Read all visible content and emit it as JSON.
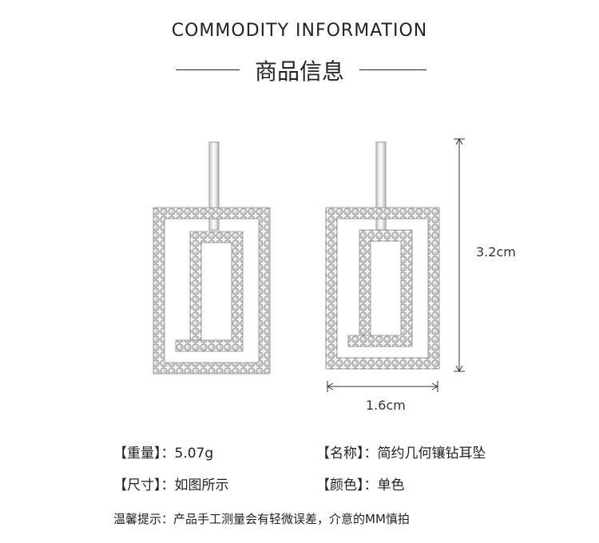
{
  "header": {
    "title_en": "COMMODITY INFORMATION",
    "title_cn": "商品信息"
  },
  "dimensions": {
    "height": "3.2cm",
    "width": "1.6cm"
  },
  "specs": {
    "weight_label": "【重量】：",
    "weight_value": "5.07g",
    "name_label": "【名称】：",
    "name_value": "简约几何镶钻耳坠",
    "size_label": "【尺寸】：",
    "size_value": "如图所示",
    "color_label": "【颜色】：",
    "color_value": "单色"
  },
  "note": "温馨提示：产品手工测量会有轻微误差，介意的MM慎拍"
}
